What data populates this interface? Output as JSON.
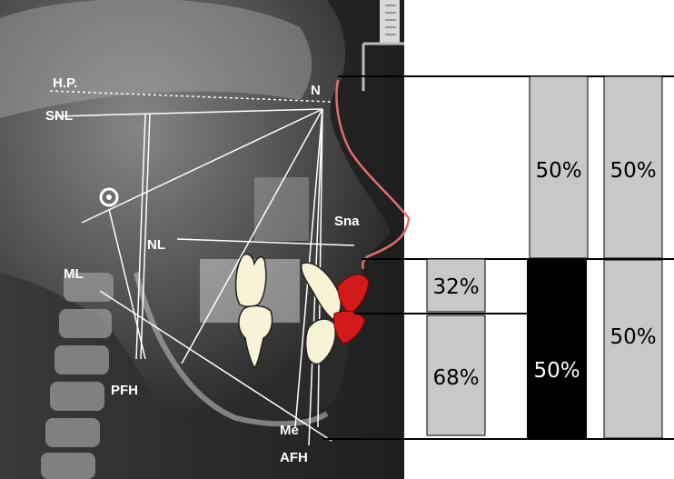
{
  "labels": {
    "hp": "H.P.",
    "snl": "SNL",
    "n": "N",
    "nl": "NL",
    "ml": "ML",
    "sna": "Sna",
    "pfh": "PFH",
    "me": "Me",
    "afh": "AFH"
  },
  "proportions": {
    "upper_face_ratio": "50%",
    "upper_face_total": "50%",
    "upper_lip": "32%",
    "lower_lip_chin": "68%",
    "lower_face_ratio": "50%",
    "lower_face_total": "50%"
  },
  "colors": {
    "gray_box": "#c8c8c8",
    "black_box": "#000000",
    "profile_line": "#e26d6d",
    "lip_red": "#d11a1a",
    "tooth": "#f8f2d6"
  },
  "icons": {
    "ruler": "ruler-icon",
    "ear_rod": "ear-rod-icon"
  }
}
